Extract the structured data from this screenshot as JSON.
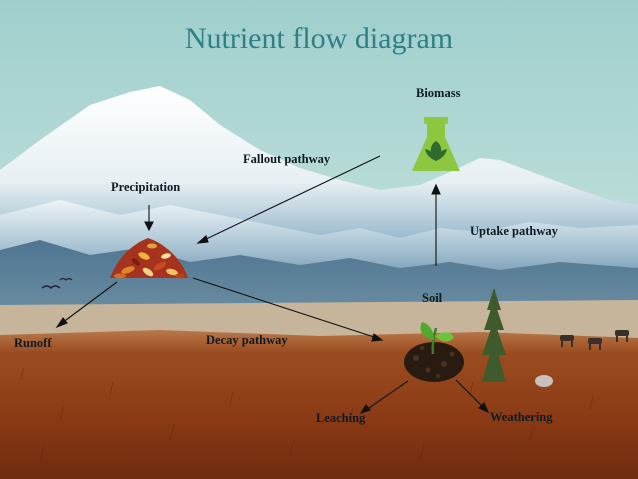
{
  "title": "Nutrient flow diagram",
  "labels": {
    "biomass": "Biomass",
    "fallout": "Fallout pathway",
    "precipitation": "Precipitation",
    "uptake": "Uptake pathway",
    "soil": "Soil",
    "runoff": "Runoff",
    "decay": "Decay pathway",
    "leaching": "Leaching",
    "weathering": "Weathering"
  },
  "icons": {
    "biomass": "flask-leaf-icon",
    "litter": "leaf-litter-pile-icon",
    "soil": "seedling-soil-icon"
  },
  "colors": {
    "title": "#2f7f86",
    "sky": "#a9d4d2",
    "ground": "#8a3f17",
    "arrow": "#111111"
  }
}
